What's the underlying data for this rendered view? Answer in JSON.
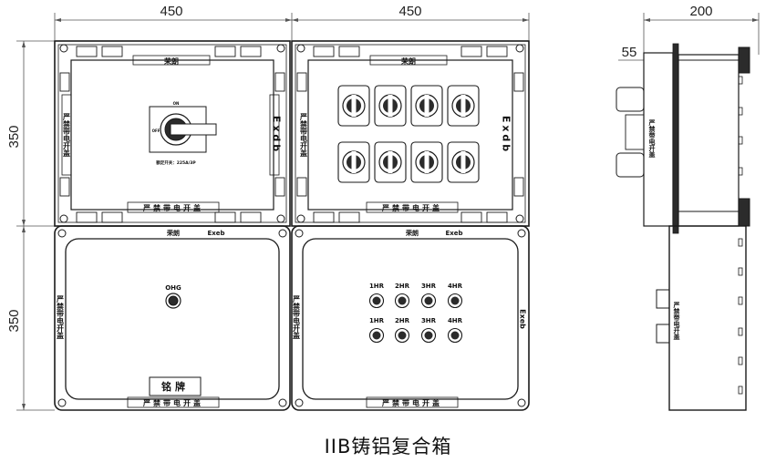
{
  "title": "IIB铸铝复合箱",
  "dimensions": {
    "width_left": "450",
    "width_right": "450",
    "height_top": "350",
    "height_bottom": "350",
    "depth": "200",
    "offset": "55"
  },
  "panels": {
    "brand": "荣朗",
    "warning": "严禁带电开盖",
    "exdb": "Exdb",
    "exeb": "Exeb",
    "nameplate": "铭牌",
    "switch_spec": "额定开关：225A/3P",
    "switch_on": "ON",
    "switch_off": "OFF",
    "indicator_ohg": "OHG",
    "indicators": [
      "1HR",
      "2HR",
      "3HR",
      "4HR"
    ]
  },
  "colors": {
    "line": "#1a1a1a",
    "fill_dark": "#2b2b2b",
    "dim_line": "#555555"
  }
}
